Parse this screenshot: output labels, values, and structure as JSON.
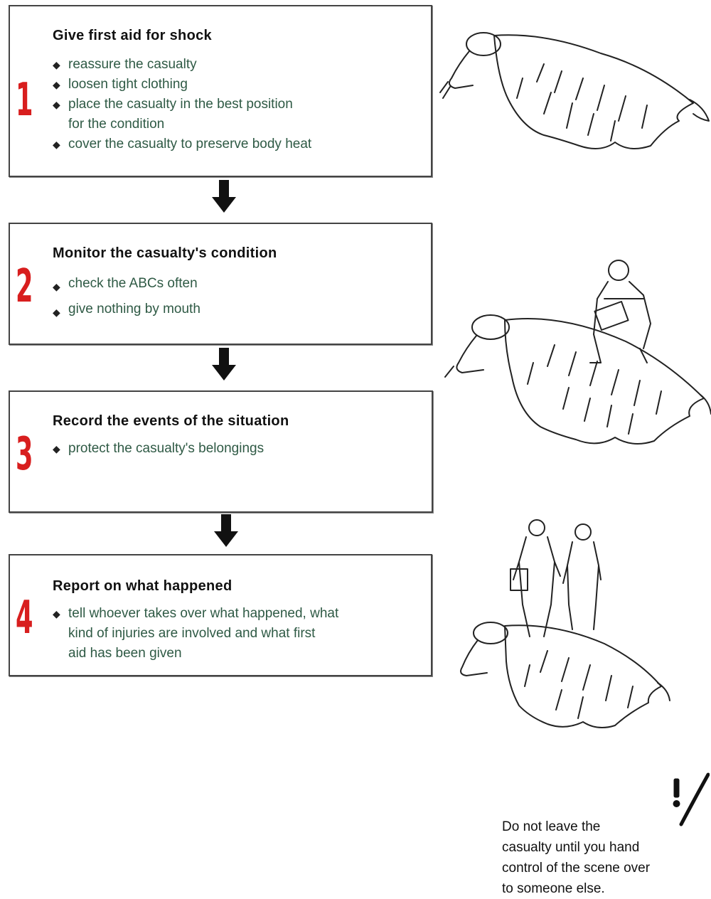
{
  "colors": {
    "step_number": "#d81e1e",
    "item_text": "#2f5a45",
    "arrow": "#111111"
  },
  "steps": [
    {
      "number": "1",
      "title": "Give first aid for shock",
      "items": [
        "reassure the casualty",
        "loosen tight clothing",
        "place the casualty in the best position\nfor the condition",
        "cover the casualty to preserve body heat"
      ]
    },
    {
      "number": "2",
      "title": "Monitor the casualty's condition",
      "items": [
        "check the ABCs often",
        "give nothing by mouth"
      ]
    },
    {
      "number": "3",
      "title": "Record the events of the situation",
      "items": [
        "protect the casualty's belongings"
      ]
    },
    {
      "number": "4",
      "title": "Report on what happened",
      "items": [
        "tell whoever takes over what happened, what\nkind of injuries are involved and what first\naid has been given"
      ]
    }
  ],
  "illustrations": [
    "casualty-under-blanket",
    "first-aider-monitoring-casualty",
    "responders-arriving"
  ],
  "caution_icon": "exclamation-caution-icon",
  "note": {
    "lines": [
      "Do not leave the",
      "casualty until you hand",
      "control of the scene over",
      "to someone else."
    ]
  }
}
